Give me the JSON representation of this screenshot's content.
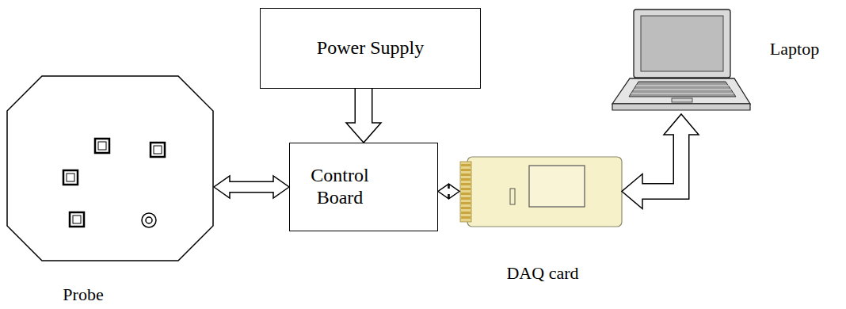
{
  "diagram": {
    "nodes": [
      {
        "text": [
          "Probe"
        ]
      },
      {
        "text": [
          "Power Supply"
        ]
      },
      {
        "text": [
          "Control Board"
        ]
      },
      {
        "text": [
          "DAQ card"
        ]
      },
      {
        "text": [
          "Laptop"
        ]
      }
    ],
    "edges": [
      {
        "from": 1,
        "to": 2,
        "arrow": "to"
      },
      {
        "from": 0,
        "to": 2,
        "arrow": "both"
      },
      {
        "from": 2,
        "to": 3,
        "arrow": "both"
      },
      {
        "from": 3,
        "to": 4,
        "arrow": "both"
      }
    ]
  }
}
